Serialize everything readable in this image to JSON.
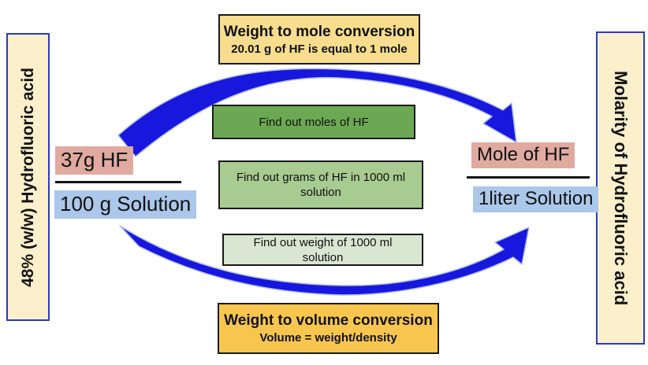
{
  "left_panel": {
    "label": "48% (w/w) Hydrofluoric acid"
  },
  "right_panel": {
    "label": "Molarity of Hydrofluoric acid"
  },
  "top_box": {
    "title": "Weight to mole conversion",
    "subtitle": "20.01 g of HF is equal to 1 mole"
  },
  "steps": [
    {
      "label": "Find out moles of HF"
    },
    {
      "label": "Find out grams of HF in 1000 ml solution"
    },
    {
      "label": "Find out weight of 1000 ml solution"
    }
  ],
  "bottom_box": {
    "title": "Weight to volume conversion",
    "subtitle": "Volume = weight/density"
  },
  "left_fraction": {
    "numerator": "37g HF",
    "denominator": "100 g Solution"
  },
  "right_fraction": {
    "numerator": "Mole of HF",
    "denominator": "1liter Solution"
  },
  "colors": {
    "arrow_blue": "#1717dd",
    "panel_cream": "#fbf0cb",
    "panel_border_blue": "#2b3ac7",
    "top_box_yellow": "#f7dd8d",
    "bottom_box_orange": "#f8c64f",
    "step1_green": "#6ca853",
    "step2_green": "#a7cb90",
    "step3_green": "#d9e6d2",
    "numerator_pink": "#e0aaa1",
    "denominator_blue": "#abc7e9"
  }
}
